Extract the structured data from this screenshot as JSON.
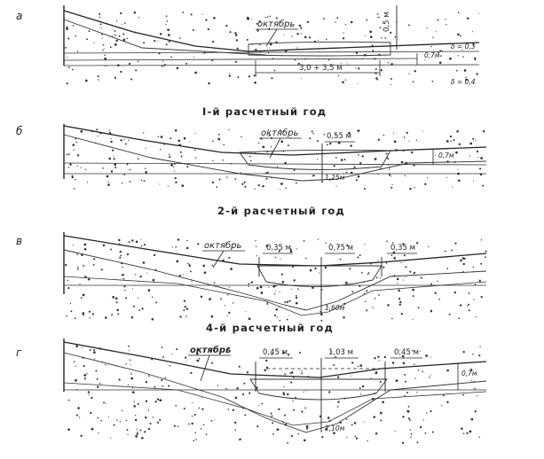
{
  "panels": [
    {
      "letter": "а",
      "caption": "I-й расчетный год",
      "month_label": "октябрь",
      "depth_label": "0,5 м",
      "width_label": "3,0 + 3,5 м",
      "right_label_top": "δ = 0,3",
      "right_label_mid": "0,7м",
      "right_label_bottom": "δ = 0,4"
    },
    {
      "letter": "б",
      "caption": "2-й расчетный год",
      "month_label": "октябрь",
      "depth_label": "0,55 м",
      "right_label": "0,7м",
      "bottom_label": "1,25м"
    },
    {
      "letter": "в",
      "caption": "4-й расчетный год",
      "month_label": "октябрь",
      "left_label": "0,35 м",
      "mid_label": "0,75 м",
      "right_label": "0,35 м",
      "bottom_label": "1,60м"
    },
    {
      "letter": "г",
      "month_label": "октябрь",
      "left_label": "0,45 м",
      "mid_label": "1,03 м",
      "right_label": "0,45 м",
      "side_label": "0,7м",
      "bottom_label": "2,10м"
    }
  ]
}
